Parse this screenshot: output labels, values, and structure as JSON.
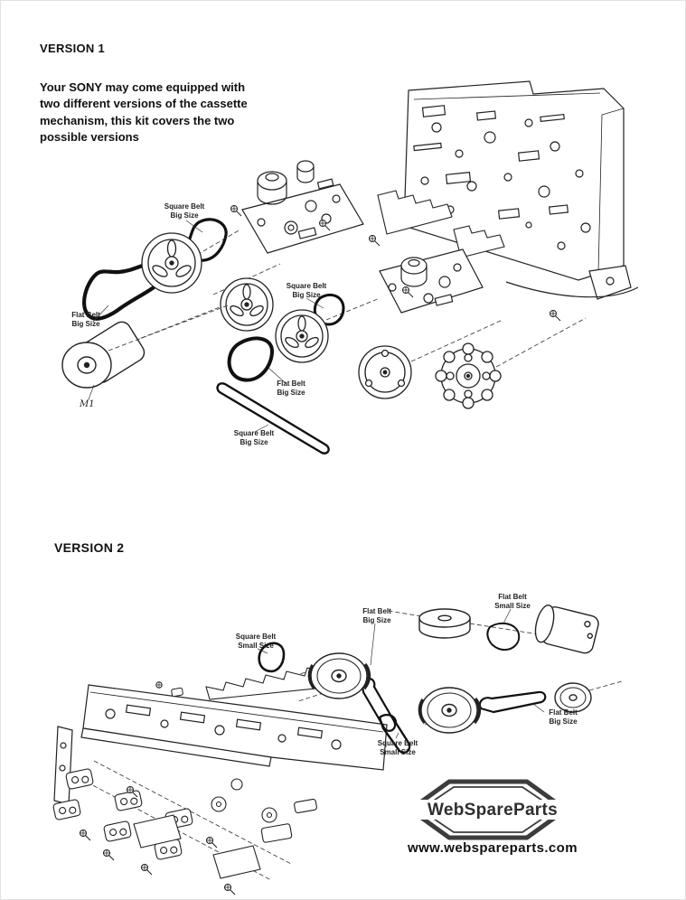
{
  "version1": {
    "title": "VERSION 1",
    "intro": "Your SONY may come equipped with\ntwo different versions of the cassette\nmechanism, this kit covers the two\npossible versions",
    "motor_label": "M1",
    "labels": [
      {
        "line1": "Square Belt",
        "line2": "Big Size"
      },
      {
        "line1": "Flat Belt",
        "line2": "Big Size"
      },
      {
        "line1": "Square Belt",
        "line2": "Big Size"
      },
      {
        "line1": "Flat Belt",
        "line2": "Big Size"
      },
      {
        "line1": "Square Belt",
        "line2": "Big Size"
      }
    ]
  },
  "version2": {
    "title": "VERSION 2",
    "labels": [
      {
        "line1": "Square Belt",
        "line2": "Small Size"
      },
      {
        "line1": "Flat Belt",
        "line2": "Big Size"
      },
      {
        "line1": "Flat Belt",
        "line2": "Small Size"
      },
      {
        "line1": "Flat Belt",
        "line2": "Big Size"
      },
      {
        "line1": "Square Belt",
        "line2": "Small Size"
      }
    ]
  },
  "footer": {
    "logo": "WebSpareParts",
    "website": "www.webspareparts.com"
  }
}
